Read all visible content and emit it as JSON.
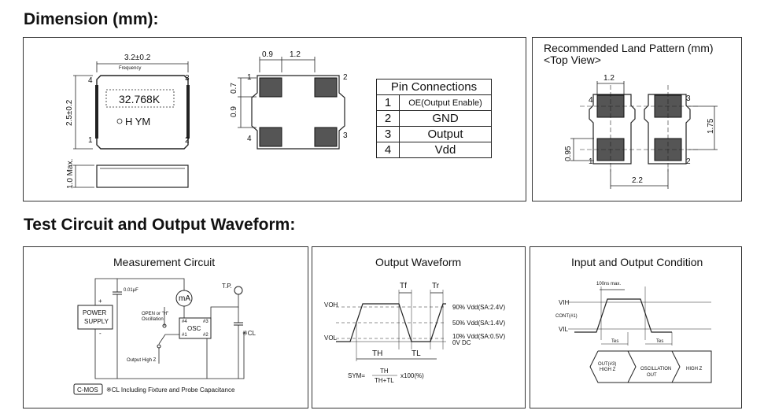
{
  "headings": {
    "dimension": "Dimension (mm):",
    "test_circuit": "Test Circuit and Output Waveform:"
  },
  "dimension_panel": {
    "width_label": "3.2±0.2",
    "height_label": "2.5±0.2",
    "thickness_label": "1.0 Max.",
    "frequency_tag": "Frequency",
    "frequency_marking": "32.768K",
    "code_marking": "H YM",
    "pin_numbers": [
      "1",
      "2",
      "3",
      "4"
    ],
    "pad_dim_0_9": "0.9",
    "pad_dim_1_2": "1.2",
    "pad_dim_0_7": "0.7",
    "pad_dim_0_9_v": "0.9"
  },
  "pin_connections": {
    "title": "Pin Connections",
    "rows": [
      {
        "num": "1",
        "func": "OE(Output Enable)"
      },
      {
        "num": "2",
        "func": "GND"
      },
      {
        "num": "3",
        "func": "Output"
      },
      {
        "num": "4",
        "func": "Vdd"
      }
    ]
  },
  "land_pattern": {
    "title_line1": "Recommended Land Pattern (mm)",
    "title_line2": "<Top View>",
    "dim_1_2": "1.2",
    "dim_1_75": "1.75",
    "dim_0_95": "0.95",
    "dim_2_2": "2.2",
    "pin_numbers": [
      "1",
      "2",
      "3",
      "4"
    ]
  },
  "measurement_circuit": {
    "title": "Measurement Circuit",
    "power_supply": [
      "POWER",
      "SUPPLY"
    ],
    "plus": "+",
    "minus": "-",
    "capacitor": "0.01μF",
    "meter": "mA",
    "tp": "T.P.",
    "osc": "OSC",
    "pin3": "#3",
    "pin4": "#4",
    "pin1": "#1",
    "pin2": "#2",
    "cl": "※CL",
    "open_note": "OPEN or \"H\"",
    "osc_note": "Oscillation",
    "high_z_note": "Output High Z",
    "cmos": "C-MOS",
    "footnote": "※CL Including Fixture and Probe Capacitance"
  },
  "output_waveform": {
    "title": "Output Waveform",
    "voh": "VOH",
    "vol": "VOL",
    "tf": "Tf",
    "tr": "Tr",
    "th": "TH",
    "tl": "TL",
    "level_90": "90% Vdd(SA:2.4V)",
    "level_50": "50% Vdd(SA:1.4V)",
    "level_10": "10% Vdd(SA:0.5V)",
    "level_0": "0V DC",
    "sym_prefix": "SYM=",
    "sym_num": "TH",
    "sym_den": "TH+TL",
    "sym_suffix": "x100(%)"
  },
  "io_condition": {
    "title": "Input and Output Condition",
    "max_note": "100ns max.",
    "vih": "VIH",
    "vil": "VIL",
    "cont": "CONT(#1)",
    "t_ena": "Tes",
    "t_dis": "Tes",
    "out_label": [
      "OUT(#3)",
      "HIGH Z"
    ],
    "osc_label": [
      "OSCILLATION",
      "OUT"
    ],
    "high_z": "HIGH Z"
  }
}
